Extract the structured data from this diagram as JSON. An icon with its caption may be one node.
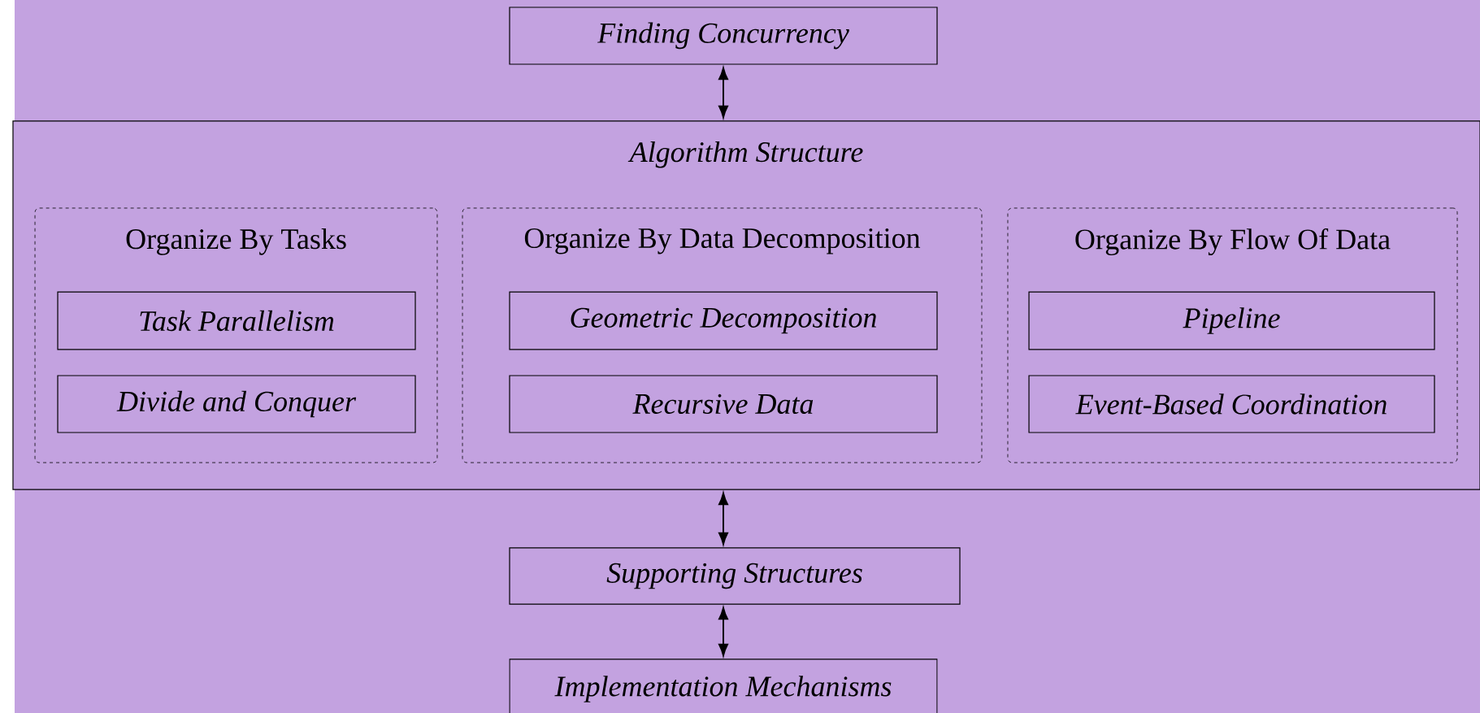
{
  "diagram": {
    "nodes": [
      {
        "text": [
          "Finding Concurrency"
        ]
      },
      {
        "text": [
          "Algorithm Structure"
        ]
      },
      {
        "text": [
          "Organize By Tasks"
        ],
        "in": 1
      },
      {
        "text": [
          "Task Parallelism"
        ],
        "in": 2
      },
      {
        "text": [
          "Divide and Conquer"
        ],
        "in": 2
      },
      {
        "text": [
          "Organize By Data Decomposition"
        ],
        "in": 1
      },
      {
        "text": [
          "Geometric Decomposition"
        ],
        "in": 5
      },
      {
        "text": [
          "Recursive Data"
        ],
        "in": 5
      },
      {
        "text": [
          "Organize By Flow Of Data"
        ],
        "in": 1
      },
      {
        "text": [
          "Pipeline"
        ],
        "in": 8
      },
      {
        "text": [
          "Event-Based Coordination"
        ],
        "in": 8
      },
      {
        "text": [
          "Supporting Structures"
        ]
      },
      {
        "text": [
          "Implementation Mechanisms"
        ]
      }
    ],
    "edges": [
      {
        "from": 0,
        "to": 1,
        "arrow": "both"
      },
      {
        "from": 1,
        "to": 11,
        "arrow": "both"
      },
      {
        "from": 11,
        "to": 12,
        "arrow": "both"
      }
    ]
  }
}
